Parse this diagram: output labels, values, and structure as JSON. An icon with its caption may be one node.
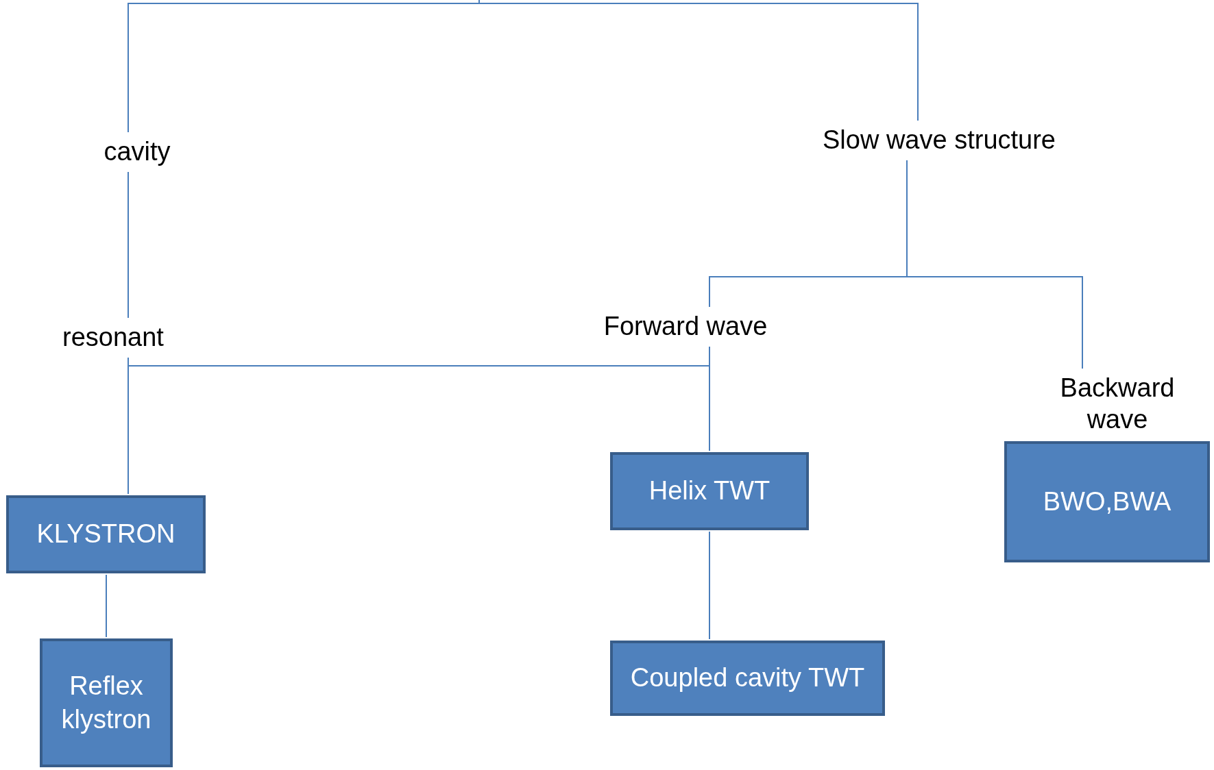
{
  "diagram": {
    "nodes": [
      {
        "text": [
          "cavity"
        ]
      },
      {
        "text": [
          "Slow wave structure"
        ]
      },
      {
        "text": [
          "resonant"
        ]
      },
      {
        "text": [
          "Forward wave"
        ]
      },
      {
        "text": [
          "Backward wave"
        ]
      },
      {
        "text": [
          "KLYSTRON"
        ]
      },
      {
        "text": [
          "Helix TWT"
        ]
      },
      {
        "text": [
          "BWO,BWA"
        ]
      },
      {
        "text": [
          "Reflex klystron"
        ]
      },
      {
        "text": [
          "Coupled cavity TWT"
        ]
      }
    ],
    "edges": [
      {
        "from": null,
        "to": 0,
        "arrow": "none"
      },
      {
        "from": null,
        "to": 1,
        "arrow": "none"
      },
      {
        "from": 0,
        "to": 2,
        "arrow": "none"
      },
      {
        "from": 2,
        "to": 5,
        "arrow": "none"
      },
      {
        "from": 3,
        "to": 5,
        "arrow": "none"
      },
      {
        "from": 1,
        "to": 3,
        "arrow": "none"
      },
      {
        "from": 1,
        "to": 4,
        "arrow": "none"
      },
      {
        "from": 3,
        "to": 6,
        "arrow": "none"
      },
      {
        "from": 5,
        "to": 8,
        "arrow": "none"
      },
      {
        "from": 6,
        "to": 9,
        "arrow": "none"
      }
    ]
  }
}
